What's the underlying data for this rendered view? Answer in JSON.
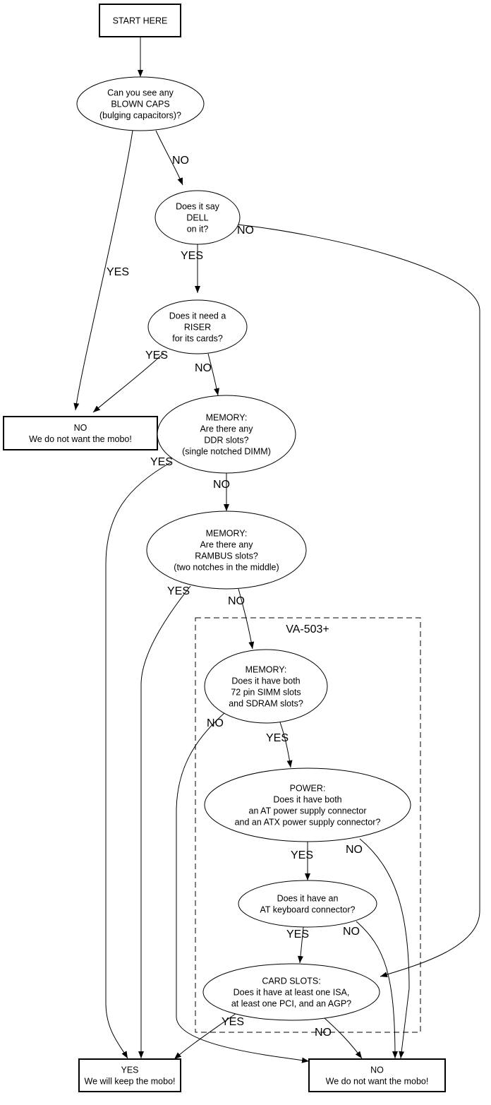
{
  "cluster": {
    "label": "VA-503+"
  },
  "nodes": {
    "start": {
      "shape": "box-bold",
      "lines": [
        "START HERE"
      ]
    },
    "blown": {
      "shape": "ellipse",
      "lines": [
        "Can you see any",
        "BLOWN CAPS",
        "(bulging capacitors)?"
      ]
    },
    "dell": {
      "shape": "ellipse",
      "lines": [
        "Does it say",
        "DELL",
        "on it?"
      ]
    },
    "riser": {
      "shape": "ellipse",
      "lines": [
        "Does it need a",
        "RISER",
        "for its cards?"
      ]
    },
    "noA": {
      "shape": "box-bold",
      "lines": [
        "NO",
        "We do not want the mobo!"
      ]
    },
    "ddr": {
      "shape": "ellipse",
      "lines": [
        "MEMORY:",
        "Are there any",
        "DDR slots?",
        "(single notched DIMM)"
      ]
    },
    "rambus": {
      "shape": "ellipse",
      "lines": [
        "MEMORY:",
        "Are there any",
        "RAMBUS slots?",
        "(two notches in the middle)"
      ]
    },
    "simm": {
      "shape": "ellipse",
      "lines": [
        "MEMORY:",
        "Does it have both",
        "72 pin SIMM slots",
        "and SDRAM slots?"
      ]
    },
    "power": {
      "shape": "ellipse",
      "lines": [
        "POWER:",
        "Does it have both",
        "an AT power supply connector",
        "and an ATX power supply connector?"
      ]
    },
    "kbd": {
      "shape": "ellipse",
      "lines": [
        "Does it have an",
        "AT keyboard connector?"
      ]
    },
    "card": {
      "shape": "ellipse",
      "lines": [
        "CARD SLOTS:",
        "Does it have at least one ISA,",
        "at least one PCI, and an AGP?"
      ]
    },
    "yes": {
      "shape": "box-bold",
      "lines": [
        "YES",
        "We will keep the mobo!"
      ]
    },
    "noB": {
      "shape": "box-bold",
      "lines": [
        "NO",
        "We do not want the mobo!"
      ]
    }
  },
  "edges": [
    {
      "from": "start",
      "to": "blown",
      "label": ""
    },
    {
      "from": "blown",
      "to": "noA",
      "label": "YES"
    },
    {
      "from": "blown",
      "to": "dell",
      "label": "NO"
    },
    {
      "from": "dell",
      "to": "riser",
      "label": "YES"
    },
    {
      "from": "dell",
      "to": "card",
      "label": "NO"
    },
    {
      "from": "riser",
      "to": "noA",
      "label": "YES"
    },
    {
      "from": "riser",
      "to": "ddr",
      "label": "NO"
    },
    {
      "from": "ddr",
      "to": "yes",
      "label": "YES"
    },
    {
      "from": "ddr",
      "to": "rambus",
      "label": "NO"
    },
    {
      "from": "rambus",
      "to": "yes",
      "label": "YES"
    },
    {
      "from": "rambus",
      "to": "simm",
      "label": "NO"
    },
    {
      "from": "simm",
      "to": "noB",
      "label": "NO"
    },
    {
      "from": "simm",
      "to": "power",
      "label": "YES"
    },
    {
      "from": "power",
      "to": "noB",
      "label": "NO"
    },
    {
      "from": "power",
      "to": "kbd",
      "label": "YES"
    },
    {
      "from": "kbd",
      "to": "noB",
      "label": "NO"
    },
    {
      "from": "kbd",
      "to": "card",
      "label": "YES"
    },
    {
      "from": "card",
      "to": "yes",
      "label": "YES"
    },
    {
      "from": "card",
      "to": "noB",
      "label": "NO"
    }
  ]
}
